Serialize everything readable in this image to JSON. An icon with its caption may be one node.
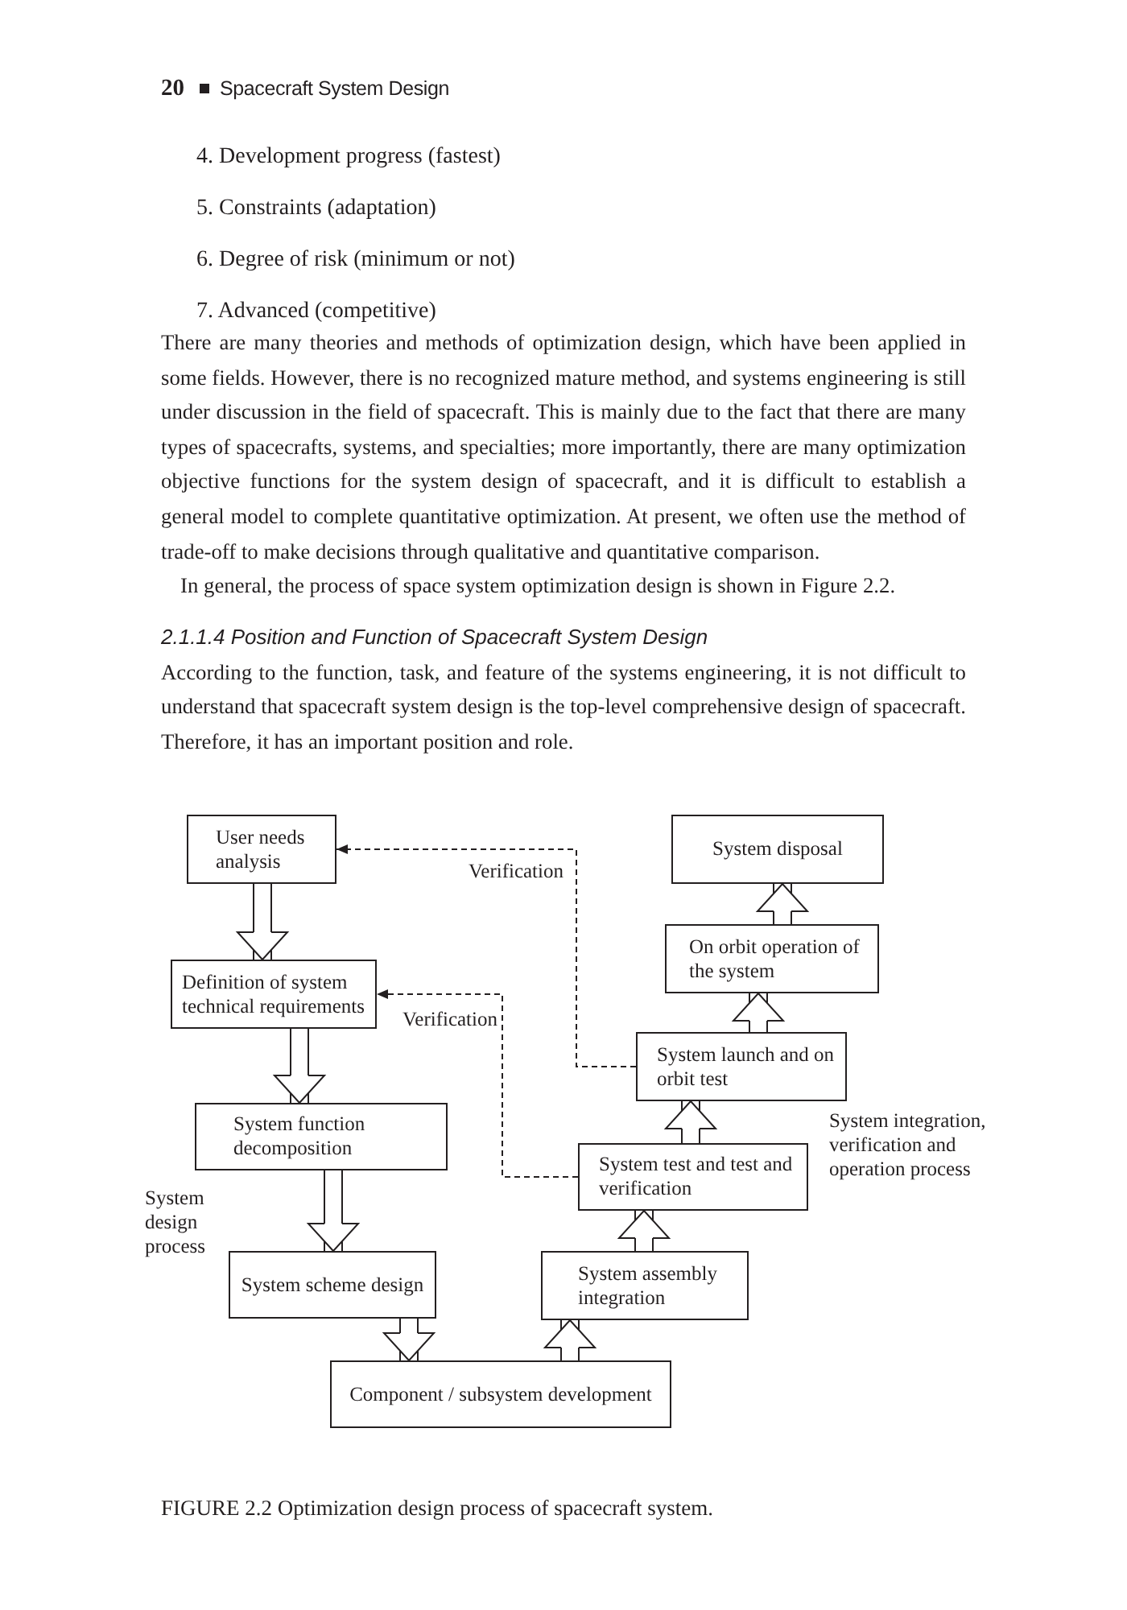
{
  "diagram": {
    "nodes": [
      {
        "text": [
          "User needs analysis"
        ]
      },
      {
        "text": [
          "System disposal"
        ]
      },
      {
        "text": [
          "On orbit operation of the system"
        ]
      },
      {
        "text": [
          "Definition of system technical requirements"
        ]
      },
      {
        "text": [
          "System launch and on orbit test"
        ]
      },
      {
        "text": [
          "System function decomposition"
        ]
      },
      {
        "text": [
          "System test and test and verification"
        ]
      },
      {
        "text": [
          "System scheme design"
        ]
      },
      {
        "text": [
          "System assembly integration"
        ]
      },
      {
        "text": [
          "Component / subsystem development"
        ]
      }
    ],
    "edges": [
      {
        "from": 0,
        "to": 3,
        "arrow": "to"
      },
      {
        "from": 3,
        "to": 5,
        "arrow": "to"
      },
      {
        "from": 5,
        "to": 7,
        "arrow": "to"
      },
      {
        "from": 7,
        "to": 9,
        "arrow": "to"
      },
      {
        "from": 9,
        "to": 8,
        "arrow": "to"
      },
      {
        "from": 8,
        "to": 6,
        "arrow": "to"
      },
      {
        "from": 6,
        "to": 4,
        "arrow": "to"
      },
      {
        "from": 4,
        "to": 2,
        "arrow": "to"
      },
      {
        "from": 2,
        "to": 1,
        "arrow": "to"
      },
      {
        "from": 4,
        "to": 0,
        "arrow": "to",
        "label": "Verification",
        "style": "dashed"
      },
      {
        "from": 6,
        "to": 3,
        "arrow": "to",
        "label": "Verification",
        "style": "dashed"
      }
    ],
    "labels": [
      "20",
      "Spacecraft System Design",
      "4. Development progress (fastest)",
      "5. Constraints (adaptation)",
      "6. Degree of risk (minimum or not)",
      "7. Advanced (competitive)",
      "There are many theories and methods of optimization design, which have been applied in some fields. However, there is no recognized mature method, and systems engineering is still under discussion in the field of spacecraft. This is mainly due to the fact that there are many types of spacecrafts, systems, and specialties; more importantly, there are many optimization objective functions for the system design of spacecraft, and it is difficult to establish a general model to complete quantitative optimization. At present, we often use the method of trade-off to make decisions through qualitative and quantitative comparison.",
      "In general, the process of space system optimization design is shown in Figure 2.2.",
      "2.1.1.4 Position and Function of Spacecraft System Design",
      "According to the function, task, and feature of the systems engineering, it is not difficult to understand that spacecraft system design is the top-level comprehensive design of spacecraft. Therefore, it has an important position and role.",
      "System design process",
      "System integration, verification and operation process"
    ],
    "caption": "FIGURE 2.2 Optimization design process of spacecraft system."
  }
}
